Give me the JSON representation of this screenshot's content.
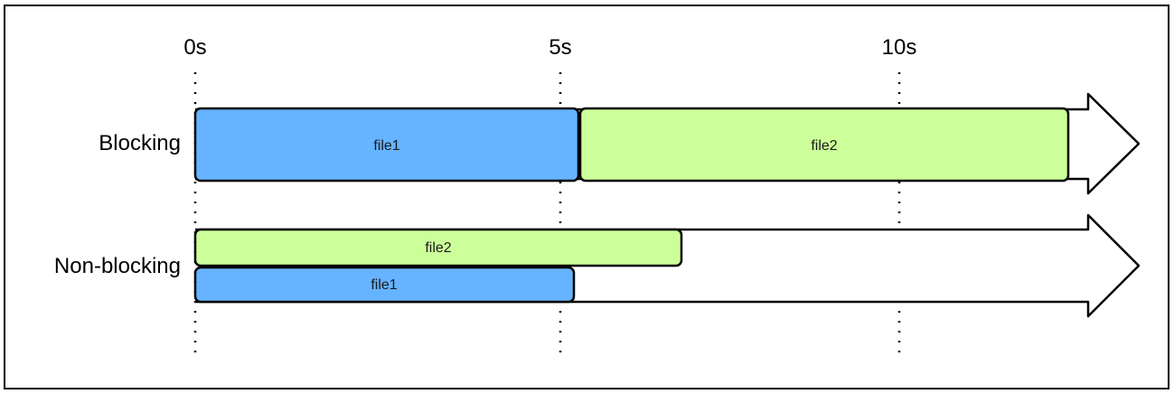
{
  "timeline": {
    "ticks": [
      {
        "t": 0,
        "label": "0s"
      },
      {
        "t": 5,
        "label": "5s"
      },
      {
        "t": 10,
        "label": "10s"
      }
    ],
    "rows": [
      {
        "label": "Blocking",
        "bars": [
          {
            "label": "file1",
            "start": 0,
            "end": 5.3,
            "color": "#66b3ff"
          },
          {
            "label": "file2",
            "start": 5.3,
            "end": 12.2,
            "color": "#ccff99"
          }
        ]
      },
      {
        "label": "Non-blocking",
        "bars": [
          {
            "label": "file2",
            "start": 0,
            "end": 6.9,
            "color": "#ccff99"
          },
          {
            "label": "file1",
            "start": 0,
            "end": 5.2,
            "color": "#66b3ff"
          }
        ]
      }
    ]
  }
}
